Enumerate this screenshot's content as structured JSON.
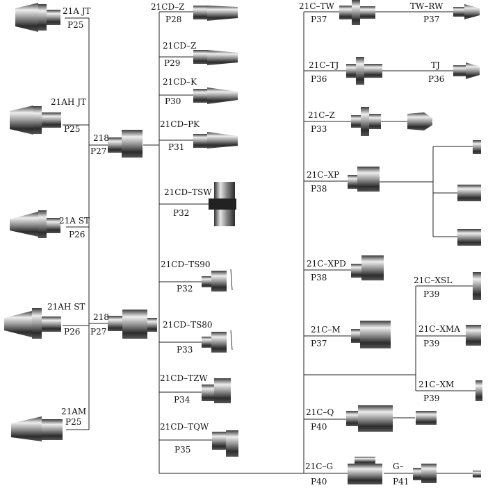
{
  "labels": {
    "c21a_jt": "21A JT",
    "c21a_jt_p": "P25",
    "c21ah_jt": "21AH JT",
    "c21ah_jt_p": "P25",
    "c21a_st": "21A ST",
    "c21a_st_p": "P26",
    "c21ah_st": "21AH ST",
    "c21ah_st_p": "P26",
    "c21am": "21AM",
    "c21am_p": "P25",
    "c218_top": "218",
    "c218_top_p": "P27",
    "c218_bot": "218",
    "c218_bot_p": "P27",
    "cd_z1": "21CD–Z",
    "cd_z1_p": "P28",
    "cd_z2": "21CD–Z",
    "cd_z2_p": "P29",
    "cd_k": "21CD–K",
    "cd_k_p": "P30",
    "cd_pk": "21CD–PK",
    "cd_pk_p": "P31",
    "cd_tsw": "21CD–TSW",
    "cd_tsw_p": "P32",
    "cd_ts90": "21CD–TS90",
    "cd_ts90_p": "P32",
    "cd_ts80": "21CD–TS80",
    "cd_ts80_p": "P33",
    "cd_tzw": "21CD–TZW",
    "cd_tzw_p": "P34",
    "cd_tqw": "21CD–TQW",
    "cd_tqw_p": "P35",
    "c_tw": "21C–TW",
    "c_tw_p": "P37",
    "tw_rw": "TW–RW",
    "tw_rw_p": "P37",
    "c_tj": "21C–TJ",
    "c_tj_p": "P36",
    "tj": "TJ",
    "tj_p": "P36",
    "c_z": "21C–Z",
    "c_z_p": "P33",
    "c_xp": "21C–XP",
    "c_xp_p": "P38",
    "c_xpd": "21C–XPD",
    "c_xpd_p": "P38",
    "c_xsl": "21C–XSL",
    "c_xsl_p": "P39",
    "c_xma": "21C–XMA",
    "c_xma_p": "P39",
    "c_xm": "21C–XM",
    "c_xm_p": "P39",
    "c_m": "21C–M",
    "c_m_p": "P37",
    "c_q": "21C–Q",
    "c_q_p": "P40",
    "c_g": "21C–G",
    "c_g_p": "P40",
    "g": "G–",
    "g_p": "P41"
  }
}
